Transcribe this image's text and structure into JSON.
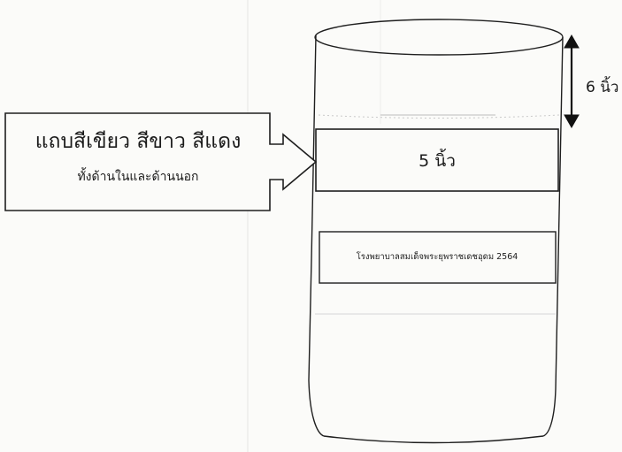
{
  "diagram": {
    "callout": {
      "title": "แถบสีเขียว  สีขาว  สีแดง",
      "subtitle": "ทั้งด้านในและด้านนอก"
    },
    "band_label": "5 นิ้ว",
    "dimension_label": "6 นิ้ว",
    "hospital_label": "โรงพยาบาลสมเด็จพระยุพราชเดชอุดม 2564",
    "colors": {
      "line": "#1f1f1f",
      "faint_line": "#9a9a9a",
      "background": "#fbfbf9"
    }
  }
}
